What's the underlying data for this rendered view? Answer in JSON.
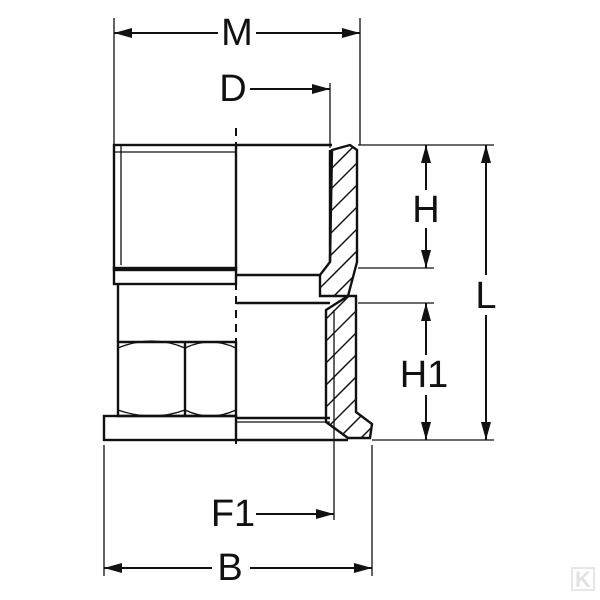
{
  "diagram": {
    "labels": {
      "M": "M",
      "D": "D",
      "H": "H",
      "L": "L",
      "H1": "H1",
      "F1": "F1",
      "B": "B"
    },
    "watermark": "K"
  }
}
